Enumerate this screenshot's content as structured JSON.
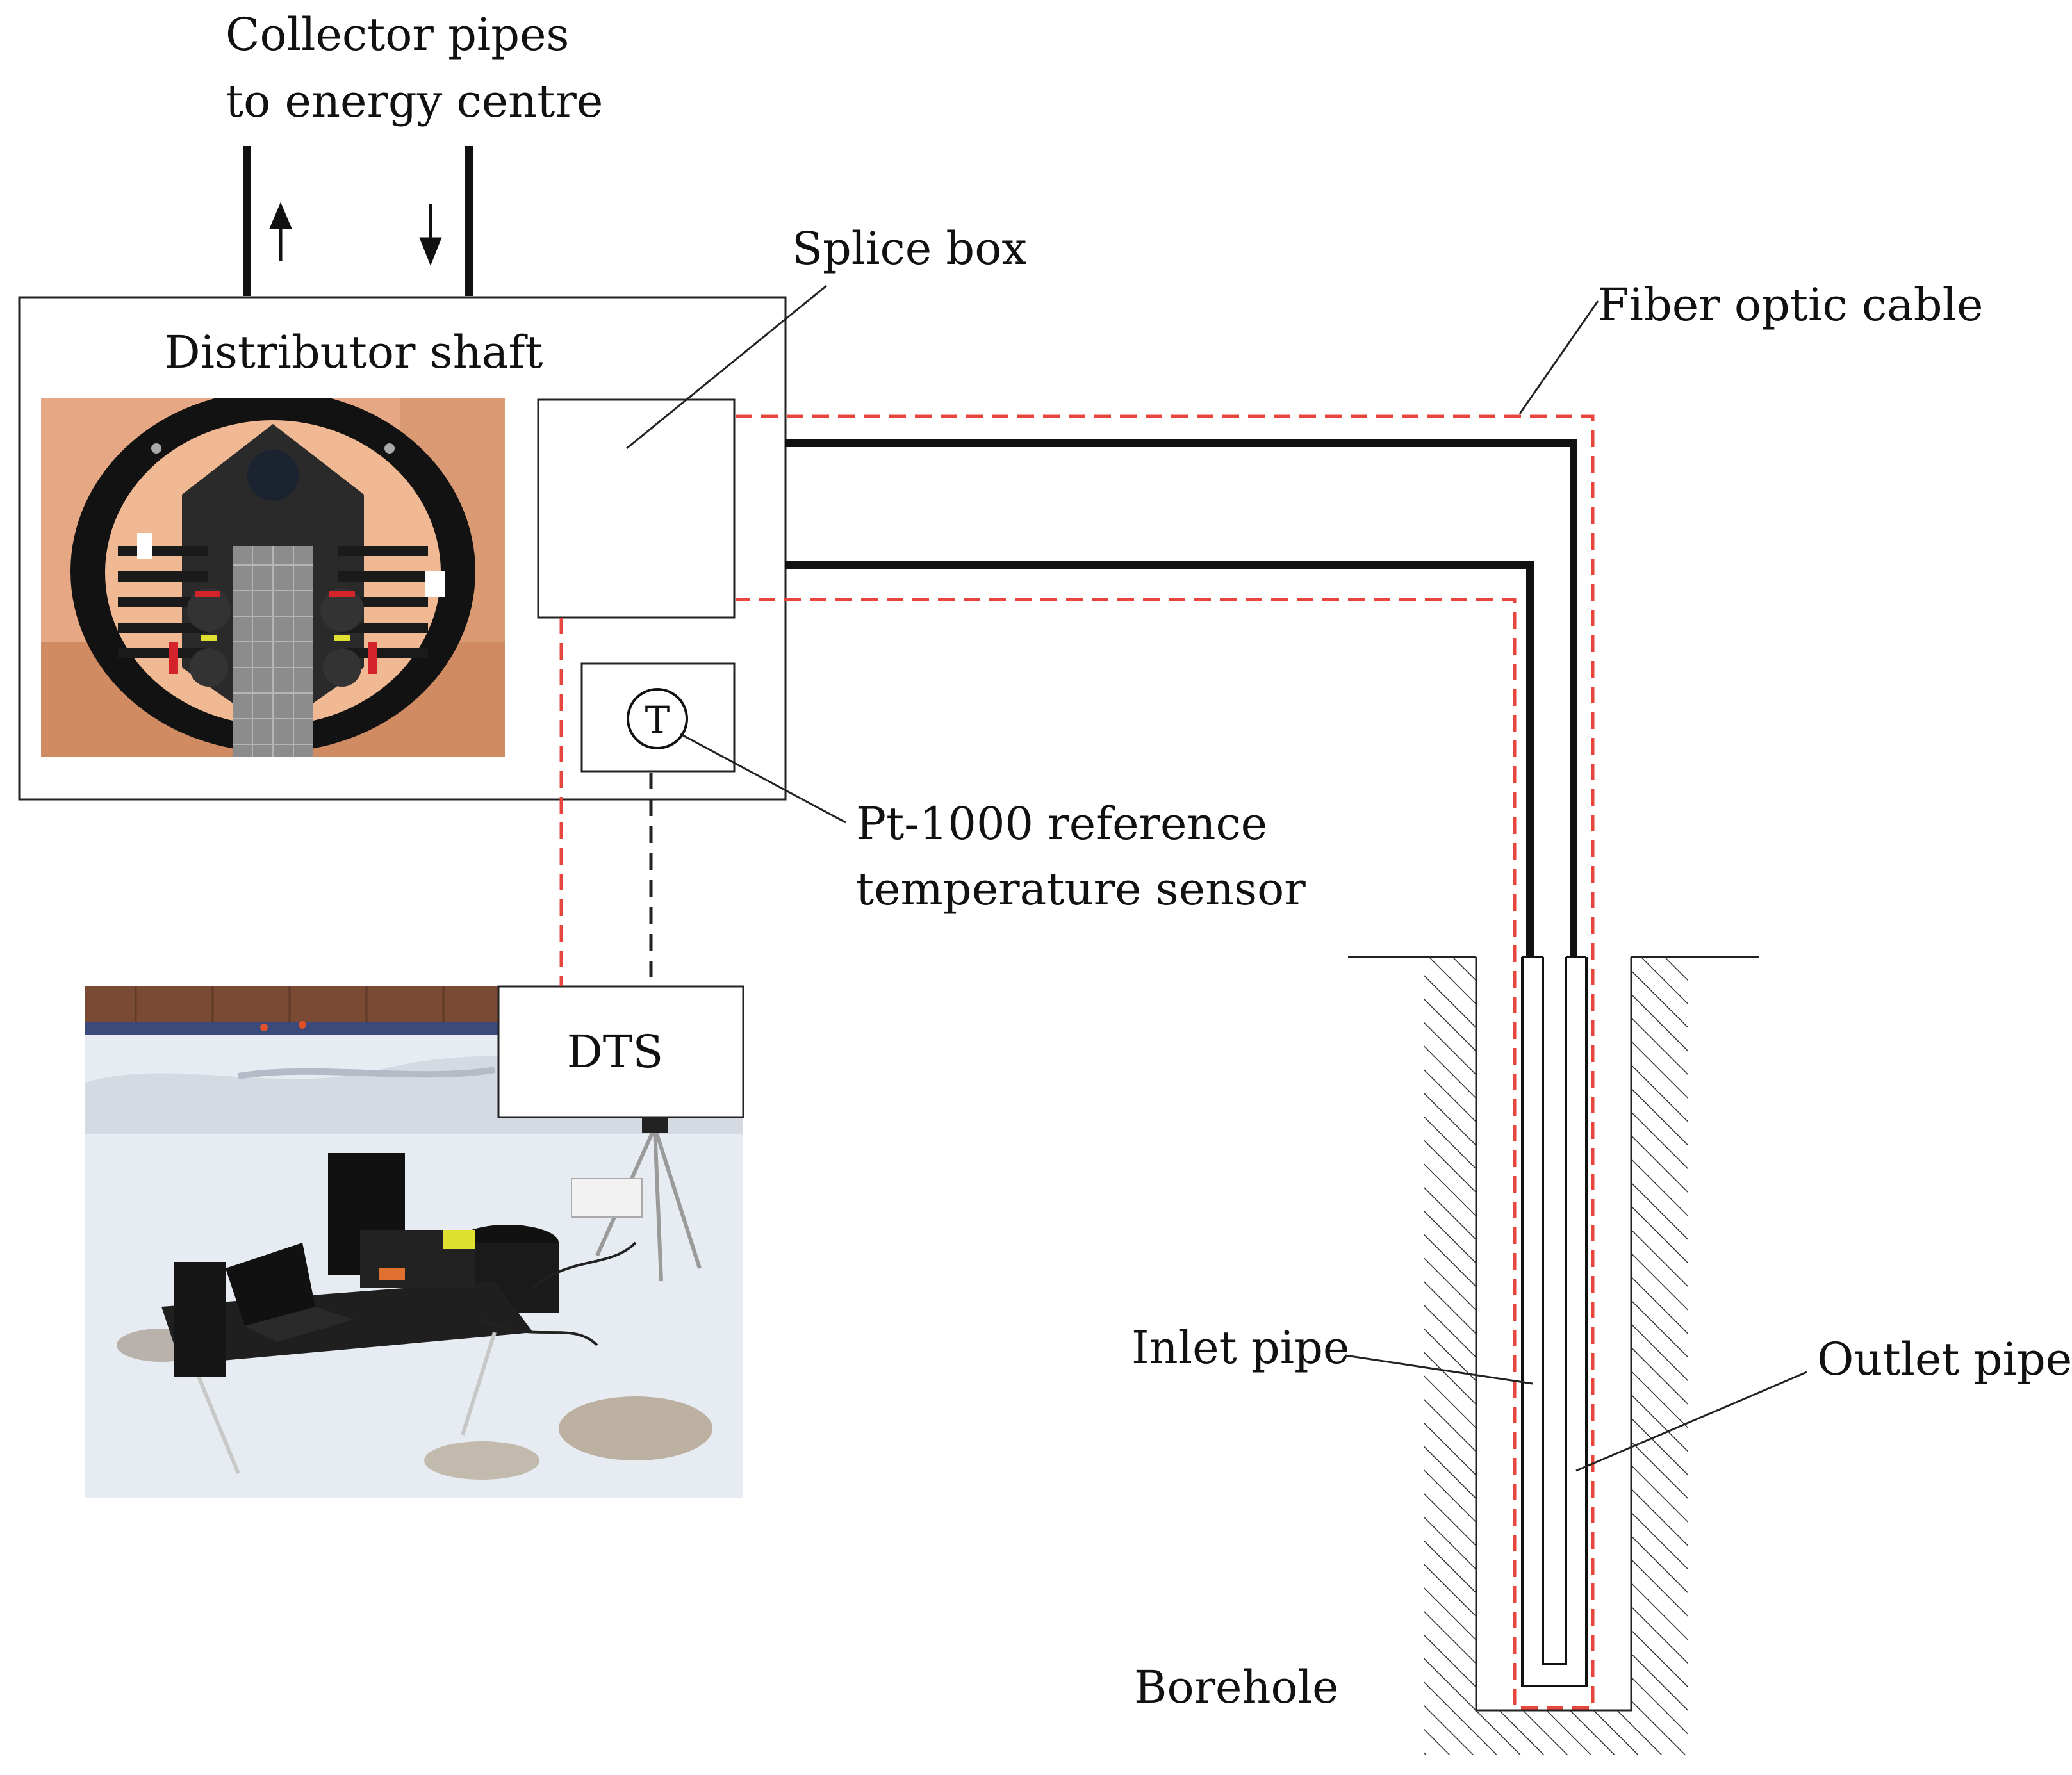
{
  "labels": {
    "collector_line1": "Collector pipes",
    "collector_line2": "to energy centre",
    "distributor_shaft": "Distributor shaft",
    "splice_box": "Splice box",
    "fiber_optic_cable": "Fiber optic cable",
    "temperature_symbol": "T",
    "sensor_line1": "Pt-1000 reference",
    "sensor_line2": "temperature sensor",
    "dts": "DTS",
    "inlet_pipe": "Inlet pipe",
    "outlet_pipe": "Outlet pipe",
    "borehole": "Borehole"
  },
  "colors": {
    "fiber": "#e8453c",
    "pipe": "#111111",
    "line": "#222222",
    "ground_hatch": "#333333",
    "shaft_wall": "#e6a884",
    "shaft_ring": "#121212",
    "snow": "#e7ebf2",
    "fence": "#7a4a35"
  },
  "icons": {
    "flow_up": "arrow-up-icon",
    "flow_down": "arrow-down-icon",
    "sensor": "thermometer-circle-icon"
  }
}
